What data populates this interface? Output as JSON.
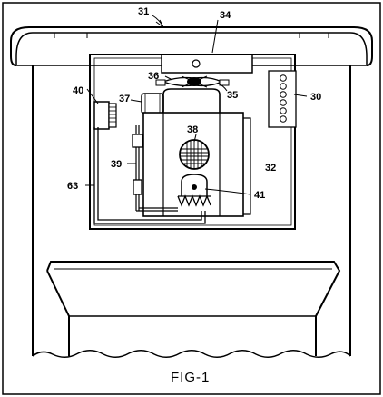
{
  "figure": {
    "caption": "FIG-1",
    "labels": {
      "l31": "31",
      "l34": "34",
      "l36": "36",
      "l35": "35",
      "l30": "30",
      "l40": "40",
      "l37": "37",
      "l38": "38",
      "l39": "39",
      "l32": "32",
      "l63": "63",
      "l41": "41"
    }
  }
}
